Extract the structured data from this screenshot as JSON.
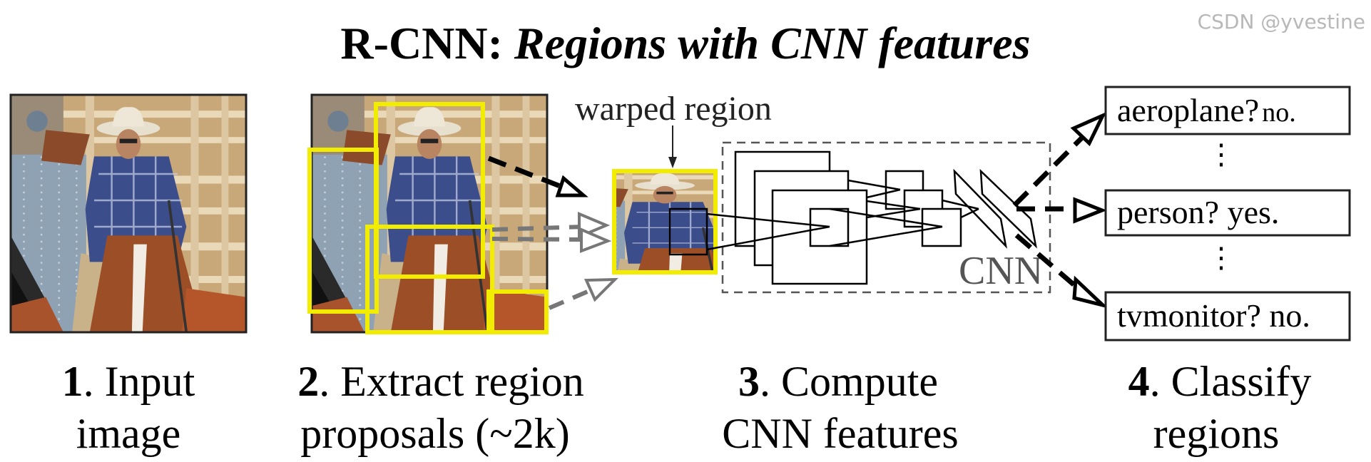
{
  "title": {
    "prefix": "R-CNN:",
    "italic": "Regions with CNN features"
  },
  "warped_label": "warped region",
  "cnn_label": "CNN",
  "classes": [
    {
      "name": "aeroplane?",
      "answer": "no."
    },
    {
      "name": "person?",
      "answer": "yes."
    },
    {
      "name": "tvmonitor?",
      "answer": "no."
    }
  ],
  "steps": [
    {
      "num": "1",
      "line1": ". Input",
      "line2": "image"
    },
    {
      "num": "2",
      "line1": ". Extract region",
      "line2": "proposals (~2k)"
    },
    {
      "num": "3",
      "line1": ". Compute",
      "line2": "CNN features"
    },
    {
      "num": "4",
      "line1": ". Classify",
      "line2": "regions"
    }
  ],
  "watermark": "CSDN @yvestine",
  "colors": {
    "proposal_box": "#f2ec00",
    "cnn_label": "#555555",
    "gray_arrow": "#777777"
  }
}
